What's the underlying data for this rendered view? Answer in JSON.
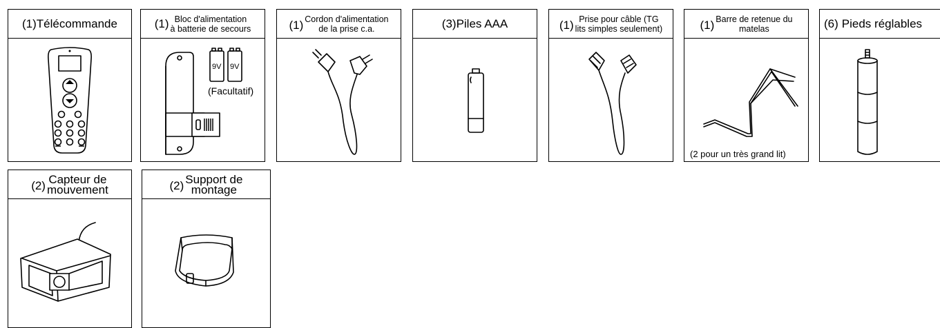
{
  "items": [
    {
      "qty": "(1)",
      "name": "Télécommande"
    },
    {
      "qty": "(1)",
      "line1": "Bloc d'alimentation",
      "line2": "à batterie de secours",
      "note": "(Facultatif)",
      "battery_label": "9V"
    },
    {
      "qty": "(1)",
      "line1": "Cordon d'alimentation",
      "line2": "de la prise c.a."
    },
    {
      "qty": "(3)",
      "name": "Piles AAA"
    },
    {
      "qty": "(1)",
      "line1": "Prise pour câble (TG",
      "line2": "lits simples seulement)"
    },
    {
      "qty": "(1)",
      "line1": "Barre de retenue du",
      "line2": "matelas",
      "note": "(2 pour un très grand lit)"
    },
    {
      "qty": "(6)",
      "name": "Pieds réglables"
    },
    {
      "qty": "(2)",
      "line1": "Capteur de",
      "line2": "mouvement"
    },
    {
      "qty": "(2)",
      "line1": "Support de",
      "line2": "montage"
    }
  ]
}
